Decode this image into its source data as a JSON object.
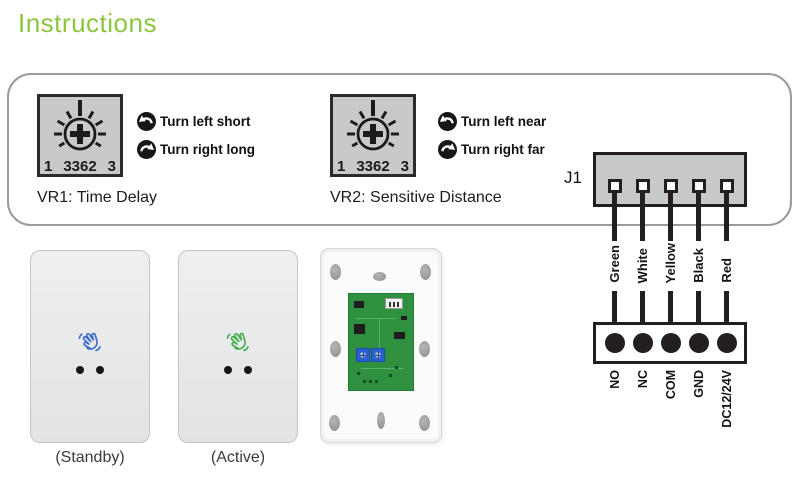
{
  "title": "Instructions",
  "panel": {
    "vr1": {
      "turn_left": "Turn left short",
      "turn_right": "Turn right long",
      "caption": "VR1: Time Delay",
      "scale_left": "1",
      "scale_center": "3362",
      "scale_right": "3"
    },
    "vr2": {
      "turn_left": "Turn left near",
      "turn_right": "Turn right far",
      "caption": "VR2: Sensitive Distance",
      "scale_left": "1",
      "scale_center": "3362",
      "scale_right": "3"
    },
    "connector": {
      "label": "J1",
      "wires": [
        "Green",
        "White",
        "Yellow",
        "Black",
        "Red"
      ],
      "terminals": [
        "NO",
        "NC",
        "COM",
        "GND",
        "DC12/24V"
      ]
    }
  },
  "devices": {
    "standby_caption": "(Standby)",
    "active_caption": "(Active)"
  },
  "colors": {
    "accent_green": "#8cc63e",
    "standby_hand_blue": "#3a6cc8",
    "active_hand_green": "#47ad4d",
    "wire_black": "#231f20",
    "connector_gray": "#c7c8ca",
    "pcb_green": "#2f9140"
  }
}
